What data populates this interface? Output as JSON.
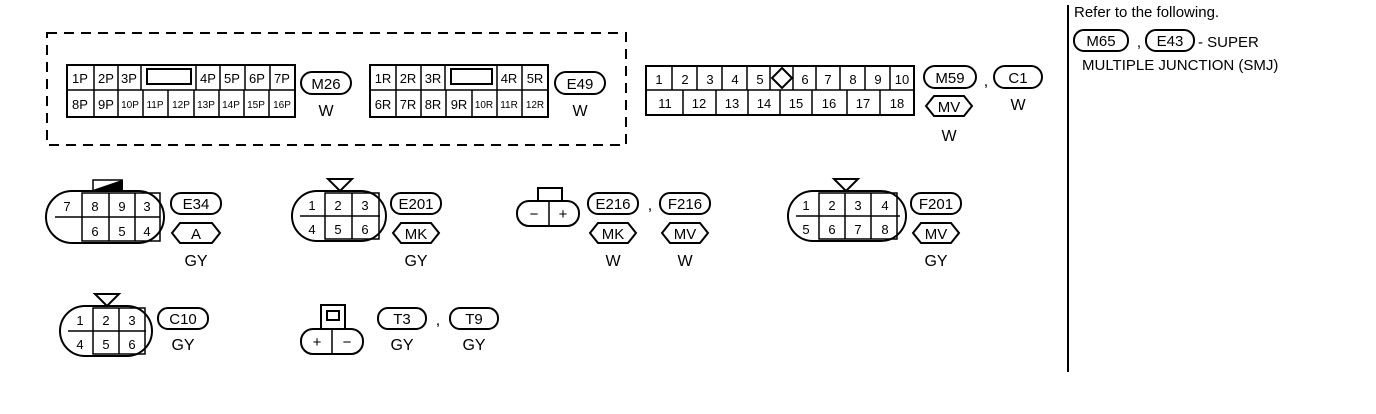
{
  "top_group": {
    "m26": {
      "row1": [
        "1P",
        "2P",
        "3P",
        "4P",
        "5P",
        "6P",
        "7P"
      ],
      "row2": [
        "8P",
        "9P",
        "10P",
        "11P",
        "12P",
        "13P",
        "14P",
        "15P",
        "16P"
      ],
      "tag": "M26",
      "color": "W"
    },
    "e49": {
      "row1": [
        "1R",
        "2R",
        "3R",
        "4R",
        "5R"
      ],
      "row2": [
        "6R",
        "7R",
        "8R",
        "9R",
        "10R",
        "11R",
        "12R"
      ],
      "tag": "E49",
      "color": "W"
    }
  },
  "m59": {
    "row1": [
      "1",
      "2",
      "3",
      "4",
      "5",
      "6",
      "7",
      "8",
      "9",
      "10"
    ],
    "row2": [
      "11",
      "12",
      "13",
      "14",
      "15",
      "16",
      "17",
      "18"
    ],
    "tag": "M59",
    "sep": ",",
    "tag2": "C1",
    "sub": "MV",
    "color1": "W",
    "color2": "W"
  },
  "note": {
    "line1": "Refer to the following.",
    "tag1": "M65",
    "sep": ",",
    "tag2": "E43",
    "text2": "- SUPER",
    "line3": "MULTIPLE JUNCTION (SMJ)"
  },
  "e34": {
    "row1": [
      "7",
      "8",
      "9",
      "3"
    ],
    "row2": [
      "6",
      "5",
      "4"
    ],
    "tag": "E34",
    "sub": "A",
    "color": "GY"
  },
  "e201": {
    "row1": [
      "1",
      "2",
      "3"
    ],
    "row2": [
      "4",
      "5",
      "6"
    ],
    "tag": "E201",
    "sub": "MK",
    "color": "GY"
  },
  "e216": {
    "pins": [
      "−",
      "+"
    ],
    "tag": "E216",
    "sep": ",",
    "tag2": "F216",
    "sub1": "MK",
    "sub2": "MV",
    "color1": "W",
    "color2": "W"
  },
  "f201": {
    "row1": [
      "1",
      "2",
      "3",
      "4"
    ],
    "row2": [
      "5",
      "6",
      "7",
      "8"
    ],
    "tag": "F201",
    "sub": "MV",
    "color": "GY"
  },
  "c10": {
    "row1": [
      "1",
      "2",
      "3"
    ],
    "row2": [
      "4",
      "5",
      "6"
    ],
    "tag": "C10",
    "color": "GY"
  },
  "t3": {
    "pins": [
      "+",
      "−"
    ],
    "tag": "T3",
    "sep": ",",
    "tag2": "T9",
    "color1": "GY",
    "color2": "GY"
  }
}
